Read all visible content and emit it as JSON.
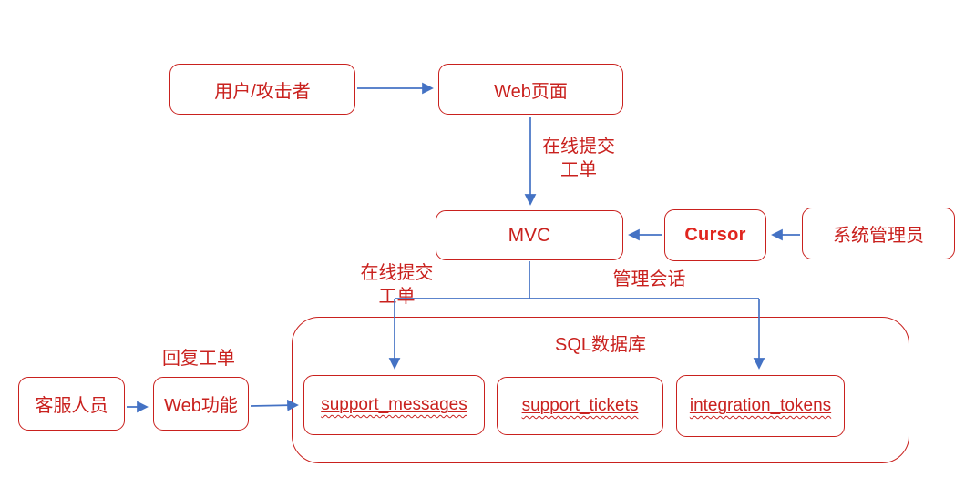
{
  "nodes": {
    "user_attacker": "用户/攻击者",
    "web_page": "Web页面",
    "mvc": "MVC",
    "cursor": "Cursor",
    "sys_admin": "系统管理员",
    "support_staff": "客服人员",
    "web_function": "Web功能",
    "sql_db": "SQL数据库",
    "support_messages": "support_messages",
    "support_tickets": "support_tickets",
    "integration_tokens": "integration_tokens"
  },
  "edge_labels": {
    "submit_ticket_web": "在线提交\n工单",
    "submit_ticket_mvc": "在线提交\n工单",
    "manage_session": "管理会话",
    "reply_ticket": "回复工单"
  },
  "colors": {
    "box_border_red": "#C9211E",
    "text_red": "#C9211E",
    "cursor_text_red": "#E0261F",
    "arrow_blue": "#4472C4",
    "background": "#FFFFFF"
  }
}
